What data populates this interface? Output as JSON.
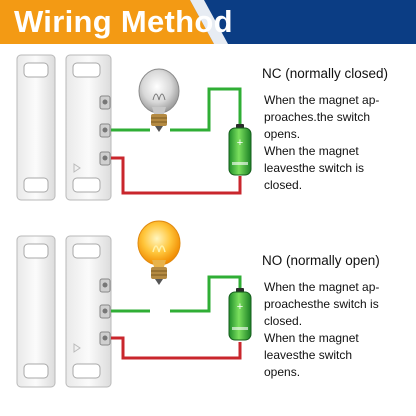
{
  "header": {
    "title": "Wiring Method",
    "accent_color": "#f39a14",
    "bar_color": "#0b3d84"
  },
  "sections": [
    {
      "id": "nc",
      "title": "NC (normally closed)",
      "lines": [
        "When the magnet ap-",
        "proaches.the switch",
        "opens.",
        "When the magnet",
        "leavesthe switch is",
        "closed."
      ],
      "bulb": "off",
      "wire_colors": {
        "top": "#2fae35",
        "bottom": "#c9262c"
      }
    },
    {
      "id": "no",
      "title": "NO (normally open)",
      "lines": [
        "When the magnet ap-",
        "proachesthe switch is",
        "closed.",
        "When the magnet",
        "leavesthe switch",
        "opens."
      ],
      "bulb": "on",
      "wire_colors": {
        "top": "#2fae35",
        "bottom": "#c9262c"
      }
    }
  ],
  "icons": [
    "light-bulb-icon",
    "battery-icon",
    "magnet-block-icon",
    "reed-switch-icon"
  ]
}
